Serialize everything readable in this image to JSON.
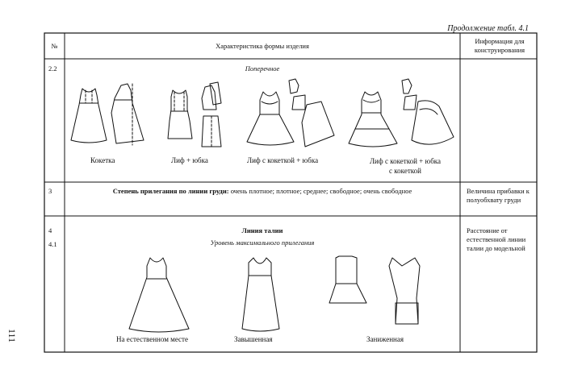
{
  "table_caption": "Продолжение табл. 4.1",
  "page_number": "111",
  "header": {
    "col_num": "№",
    "col_char": "Характеристика формы изделия",
    "col_info": "Информация для конструирования"
  },
  "rows": [
    {
      "num": "2.2",
      "subtitle": "Поперечное",
      "labels": [
        "Кокетка",
        "Лиф + юбка",
        "Лиф с кокеткой + юбка",
        "Лиф с кокеткой + юбка с кокеткой"
      ],
      "info": ""
    },
    {
      "num": "3",
      "title": "Степень прилегания по линии груди:",
      "text": " очень плотное; плотное; среднее; свободное; очень свободное",
      "info": "Величина прибавки к полуобхвату груди"
    },
    {
      "num": "4",
      "num2": "4.1",
      "title": "Линия талии",
      "subtitle": "Уровень максимального прилегания",
      "labels": [
        "На естественном месте",
        "Завышенная",
        "Заниженная"
      ],
      "info": "Расстояние от естественной линии талии до модельной"
    }
  ]
}
